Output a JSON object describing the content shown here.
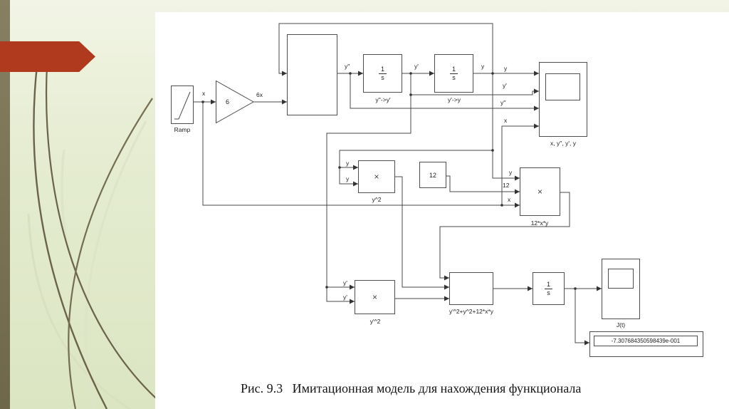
{
  "slide": {
    "caption": "Рис. 9.3   Имитационная модель для нахождения функционала"
  },
  "colors": {
    "background_top": "#f2f5e6",
    "background_bottom": "#dbe5c2",
    "stripe": "#7d755a",
    "arrow": "#b03a1e",
    "panel": "#ffffff",
    "diagram_line": "#4a4a4a"
  },
  "diagram": {
    "blocks": {
      "ramp": {
        "name": "Ramp"
      },
      "gain": {
        "value": "6"
      },
      "integrator1": {
        "numerator": "1",
        "denominator": "s",
        "name": "y''->y'"
      },
      "integrator2": {
        "numerator": "1",
        "denominator": "s",
        "name": "y'->y"
      },
      "integrator3": {
        "numerator": "1",
        "denominator": "s"
      },
      "scope_main": {
        "name": "x, y'', y', y"
      },
      "product_y2": {
        "symbol": "×",
        "name": "y^2"
      },
      "constant": {
        "value": "12"
      },
      "product_12xy": {
        "symbol": "×",
        "name": "12*x*y"
      },
      "product_yd2": {
        "symbol": "×",
        "name": "y'^2"
      },
      "sum": {
        "name": "y'^2+y^2+12*x*y"
      },
      "scope_j": {
        "name": "J(t)"
      },
      "display": {
        "value": "-7.307684350598439e-001"
      }
    },
    "signal_labels": {
      "x_ramp": "x",
      "gain_out": "6x",
      "ydd_out": "y''",
      "yd_out": "y'",
      "y_out": "y",
      "scope_in_y": "y",
      "scope_in_yd": "y'",
      "scope_in_ydd": "y''",
      "scope_in_x": "x",
      "y2_in1": "y",
      "y2_in2": "y",
      "p12_in_y": "y",
      "p12_in_12": "12",
      "p12_in_x": "x",
      "yd2_in1": "y'",
      "yd2_in2": "y'"
    }
  }
}
